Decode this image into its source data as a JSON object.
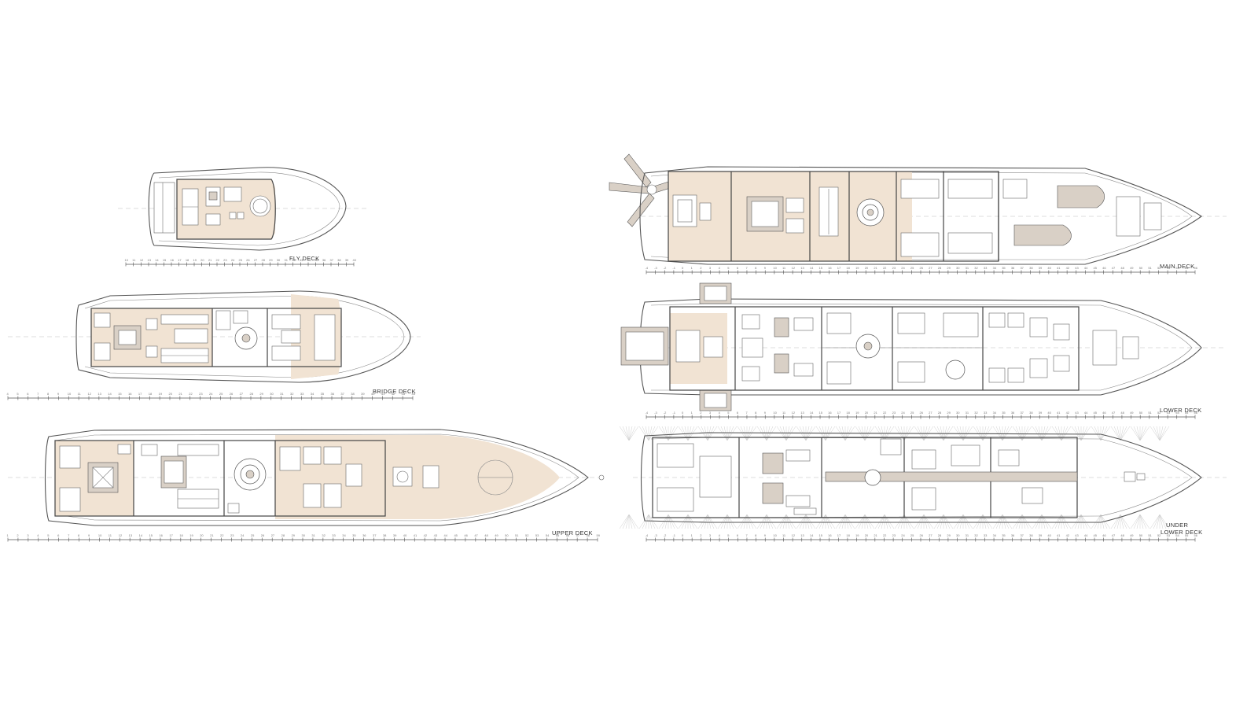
{
  "decks": {
    "fly": {
      "label": "FLY DECK"
    },
    "bridge": {
      "label": "BRIDGE DECK"
    },
    "upper": {
      "label": "UPPER DECK"
    },
    "main": {
      "label": "MAIN DECK"
    },
    "lower": {
      "label": "LOWER DECK"
    },
    "under_lower": {
      "label_line1": "UNDER",
      "label_line2": "LOWER DECK"
    }
  },
  "colors": {
    "deck_tint": "#f1e3d3",
    "line": "#555555",
    "background": "#ffffff"
  }
}
